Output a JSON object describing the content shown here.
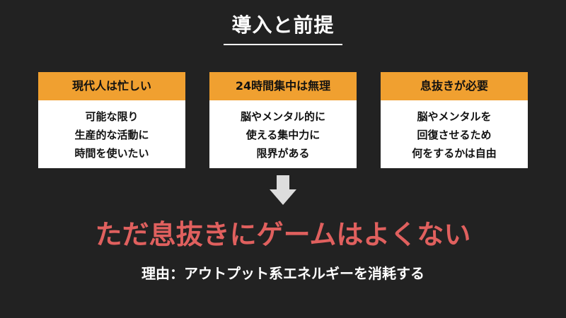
{
  "slide": {
    "title": "導入と前提",
    "cards": [
      {
        "header": "現代人は忙しい",
        "lines": [
          "可能な限り",
          "生産的な活動に",
          "時間を使いたい"
        ]
      },
      {
        "header": "24時間集中は無理",
        "lines": [
          "脳やメンタル的に",
          "使える集中力に",
          "限界がある"
        ]
      },
      {
        "header": "息抜きが必要",
        "lines": [
          "脳やメンタルを",
          "回復させるため",
          "何をするかは自由"
        ]
      }
    ],
    "arrow_icon": "down-arrow-icon",
    "headline": "ただ息抜きにゲームはよくない",
    "reason": "理由：アウトプット系エネルギーを消耗する"
  },
  "colors": {
    "background": "#222222",
    "card_header": "#f0a030",
    "card_body": "#ffffff",
    "headline": "#e0605e",
    "arrow": "#dddddd"
  }
}
